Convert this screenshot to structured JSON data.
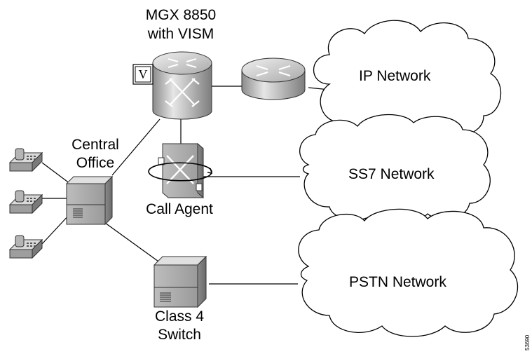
{
  "labels": {
    "mgx_line1": "MGX 8850",
    "mgx_line2": "with VISM",
    "vism_badge": "V",
    "central_office_line1": "Central",
    "central_office_line2": "Office",
    "call_agent": "Call Agent",
    "class4_line1": "Class 4",
    "class4_line2": "Switch",
    "ip_network": "IP Network",
    "ss7_network": "SS7 Network",
    "pstn_network": "PSTN Network",
    "figure_id": "53690"
  },
  "colors": {
    "cloud_fill": "#ffffff",
    "stroke": "#000000",
    "device_light": "#d9d9d9",
    "device_mid": "#a8a8a8",
    "device_dark": "#7a7a7a"
  },
  "icons": [
    "mgx-router-icon",
    "router-icon",
    "phone-icon",
    "central-office-switch-icon",
    "call-agent-icon",
    "class4-switch-icon",
    "cloud-icon"
  ]
}
